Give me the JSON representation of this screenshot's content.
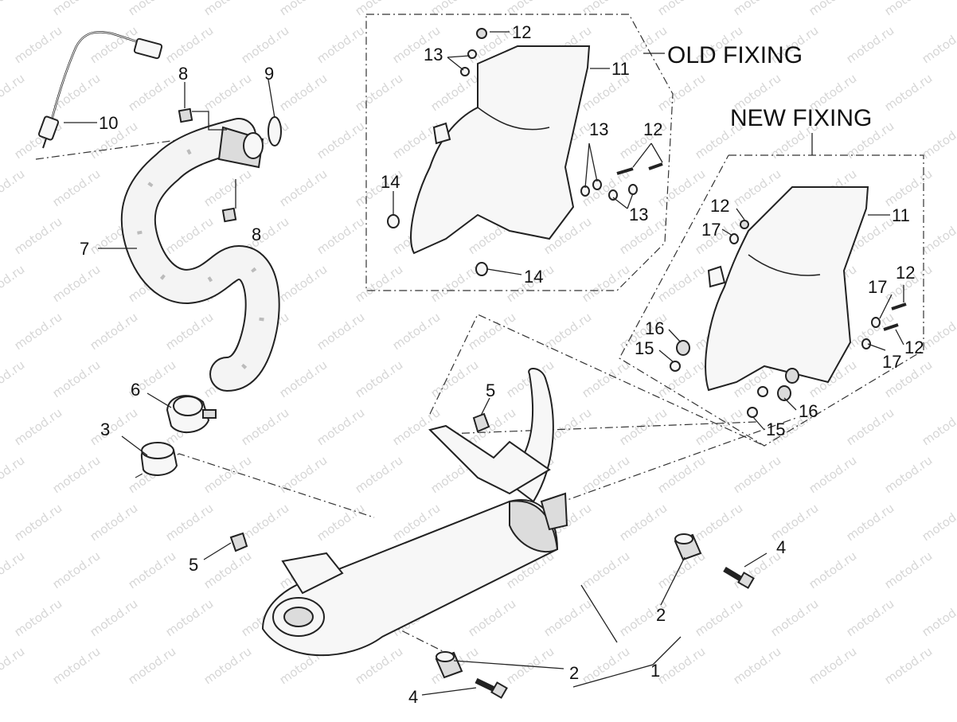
{
  "watermark": "motod.ru",
  "headings": {
    "old_fixing": "OLD FIXING",
    "new_fixing": "NEW FIXING"
  },
  "callouts": {
    "c1": "1",
    "c2a": "2",
    "c2b": "2",
    "c3": "3",
    "c4a": "4",
    "c4b": "4",
    "c5a": "5",
    "c5b": "5",
    "c6": "6",
    "c7": "7",
    "c8a": "8",
    "c8b": "8",
    "c9": "9",
    "c10": "10",
    "old11": "11",
    "old12a": "12",
    "old12b": "12",
    "old13a": "13",
    "old13b": "13",
    "old13c": "13",
    "old14a": "14",
    "old14b": "14",
    "new11": "11",
    "new12a": "12",
    "new12b": "12",
    "new12c": "12",
    "new15a": "15",
    "new15b": "15",
    "new16a": "16",
    "new16b": "16",
    "new17a": "17",
    "new17b": "17",
    "new17c": "17"
  }
}
